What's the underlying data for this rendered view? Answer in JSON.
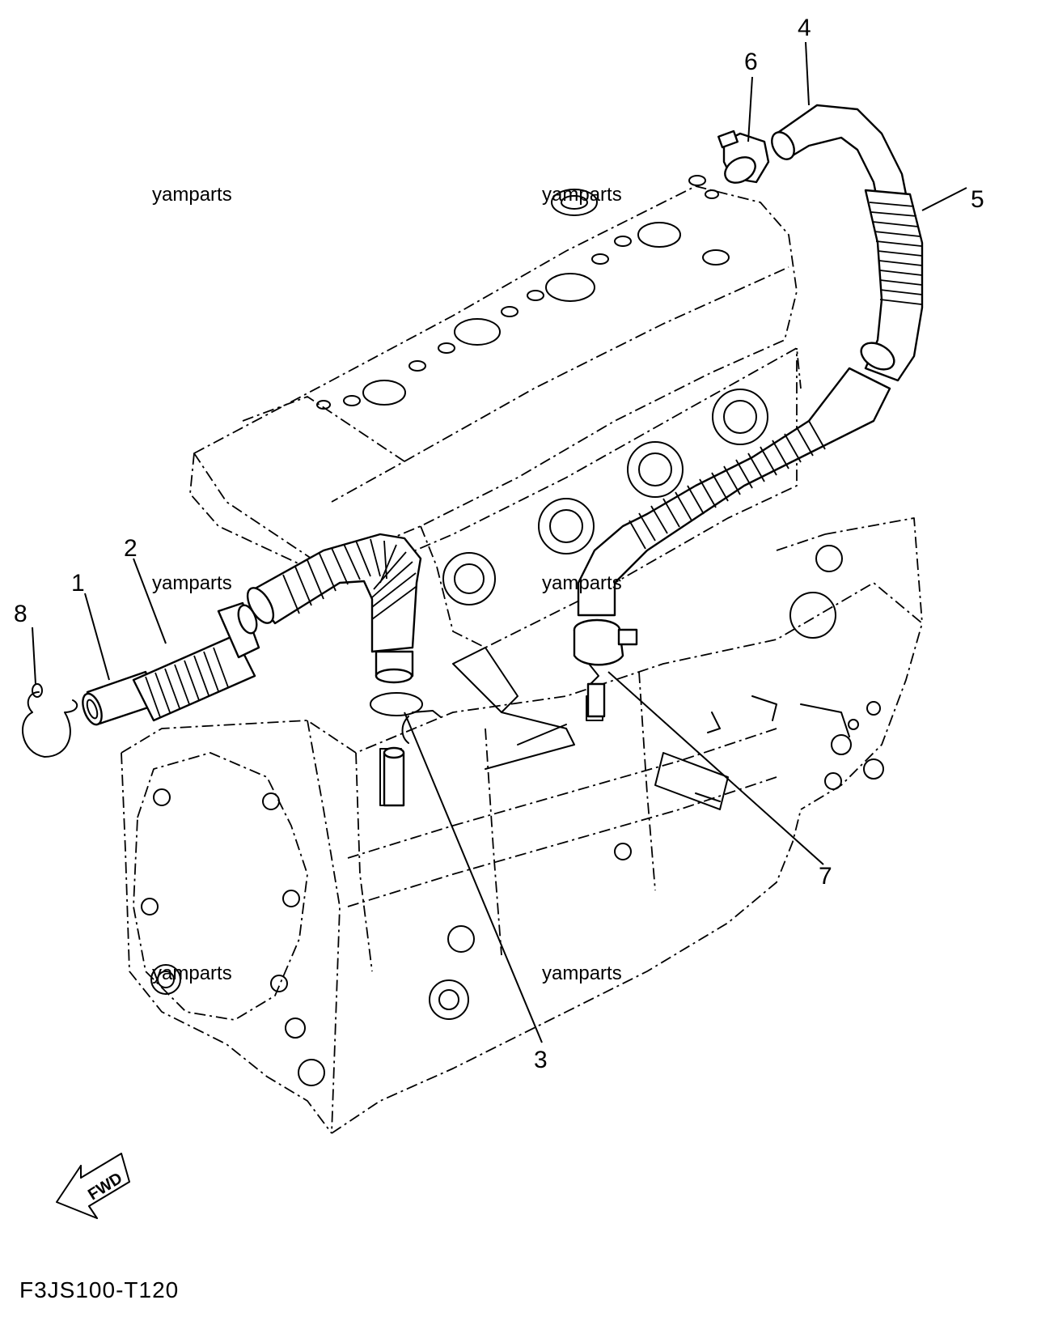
{
  "diagram": {
    "code": "F3JS100-T120",
    "fwd_label": "FWD",
    "watermark": "yamparts",
    "callouts": [
      {
        "id": "1",
        "label": "1"
      },
      {
        "id": "2",
        "label": "2"
      },
      {
        "id": "3",
        "label": "3"
      },
      {
        "id": "4",
        "label": "4"
      },
      {
        "id": "5",
        "label": "5"
      },
      {
        "id": "6",
        "label": "6"
      },
      {
        "id": "7",
        "label": "7"
      },
      {
        "id": "8",
        "label": "8"
      }
    ]
  }
}
